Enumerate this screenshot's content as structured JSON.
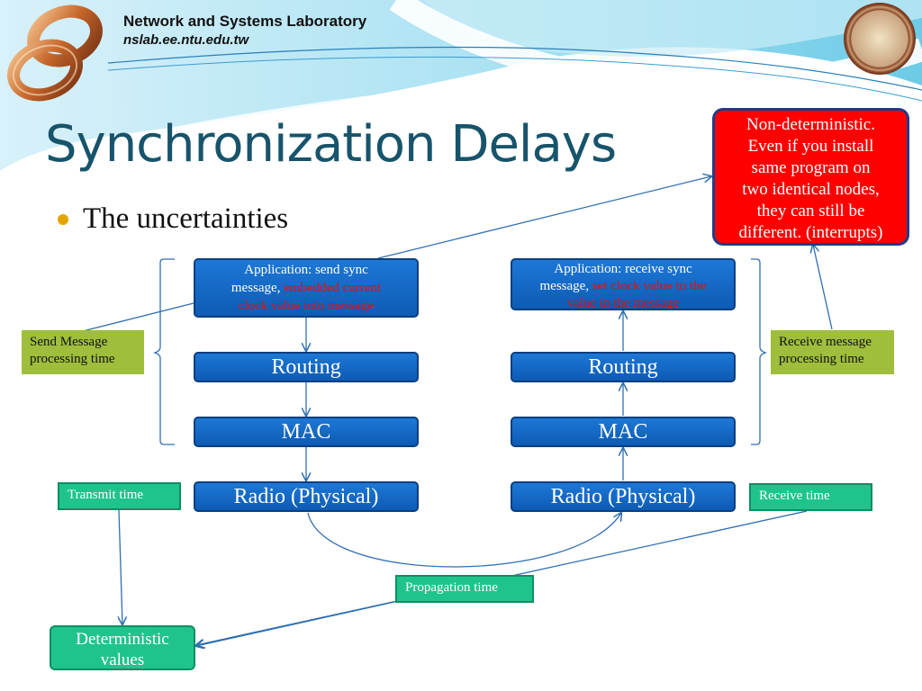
{
  "header": {
    "lab_name": "Network and Systems Laboratory",
    "lab_url": "nslab.ee.ntu.edu.tw",
    "logo_icon": "infinity-ring-logo-icon",
    "seal_icon": "university-seal-icon"
  },
  "slide": {
    "title": "Synchronization Delays",
    "bullet": "The uncertainties"
  },
  "sender": {
    "app_line1": "Application: send sync",
    "app_line2_prefix": "message, ",
    "app_line2_red": "embedded current",
    "app_line3_red": "clock value into message",
    "routing": "Routing",
    "mac": "MAC",
    "radio": "Radio (Physical)"
  },
  "receiver": {
    "app_line1": "Application: receive sync",
    "app_line2_prefix": "message, ",
    "app_line2_red": "set clock value to the",
    "app_line3_red": "value in the message",
    "routing": "Routing",
    "mac": "MAC",
    "radio": "Radio (Physical)"
  },
  "labels": {
    "send_line1": "Send Message",
    "send_line2": "processing time",
    "receive_line1": "Receive message",
    "receive_line2": "processing time",
    "transmit": "Transmit time",
    "receive_time": "Receive time",
    "propagation": "Propagation time",
    "det_line1": "Deterministic",
    "det_line2": "values"
  },
  "callout": {
    "line1": "Non-deterministic.",
    "line2": "Even if you install",
    "line3": "same program on",
    "line4": "two identical nodes,",
    "line5": "they can still be",
    "line6": "different. (interrupts)"
  },
  "colors": {
    "title": "#17546b",
    "layer_fill": "#1d78d6",
    "red_text": "#e01010",
    "green_box": "#9fbe3c",
    "teal_box": "#1fc48d",
    "callout_fill": "#ff0000",
    "arrow": "#2e6fb0"
  }
}
